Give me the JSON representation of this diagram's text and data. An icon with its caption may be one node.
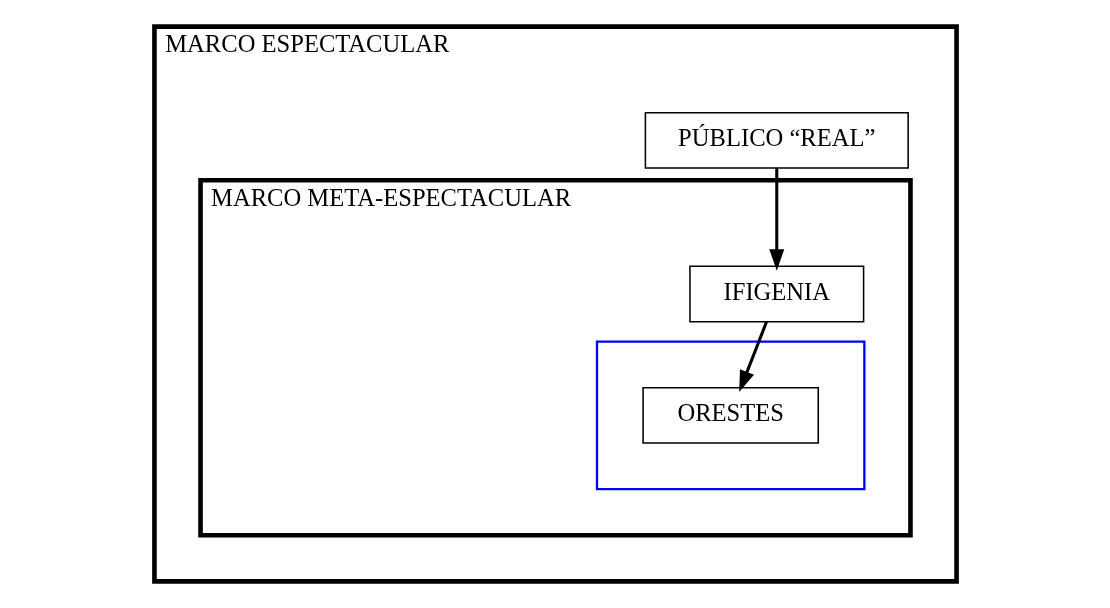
{
  "diagram": {
    "nodes": [
      {
        "text": [
          "MARCO ESPECTACULAR"
        ]
      },
      {
        "text": [
          "PÚBLICO “REAL”"
        ],
        "in": 0
      },
      {
        "text": [
          "MARCO META-ESPECTACULAR"
        ],
        "in": 0
      },
      {
        "text": [
          "IFIGENIA"
        ],
        "in": 2
      },
      {
        "text": [],
        "shape": "box",
        "in": 2
      },
      {
        "text": [
          "ORESTES"
        ],
        "in": 4
      }
    ],
    "edges": [
      {
        "from": 1,
        "to": 3,
        "arrow": "to"
      },
      {
        "from": 3,
        "to": 5,
        "arrow": "to"
      }
    ]
  }
}
